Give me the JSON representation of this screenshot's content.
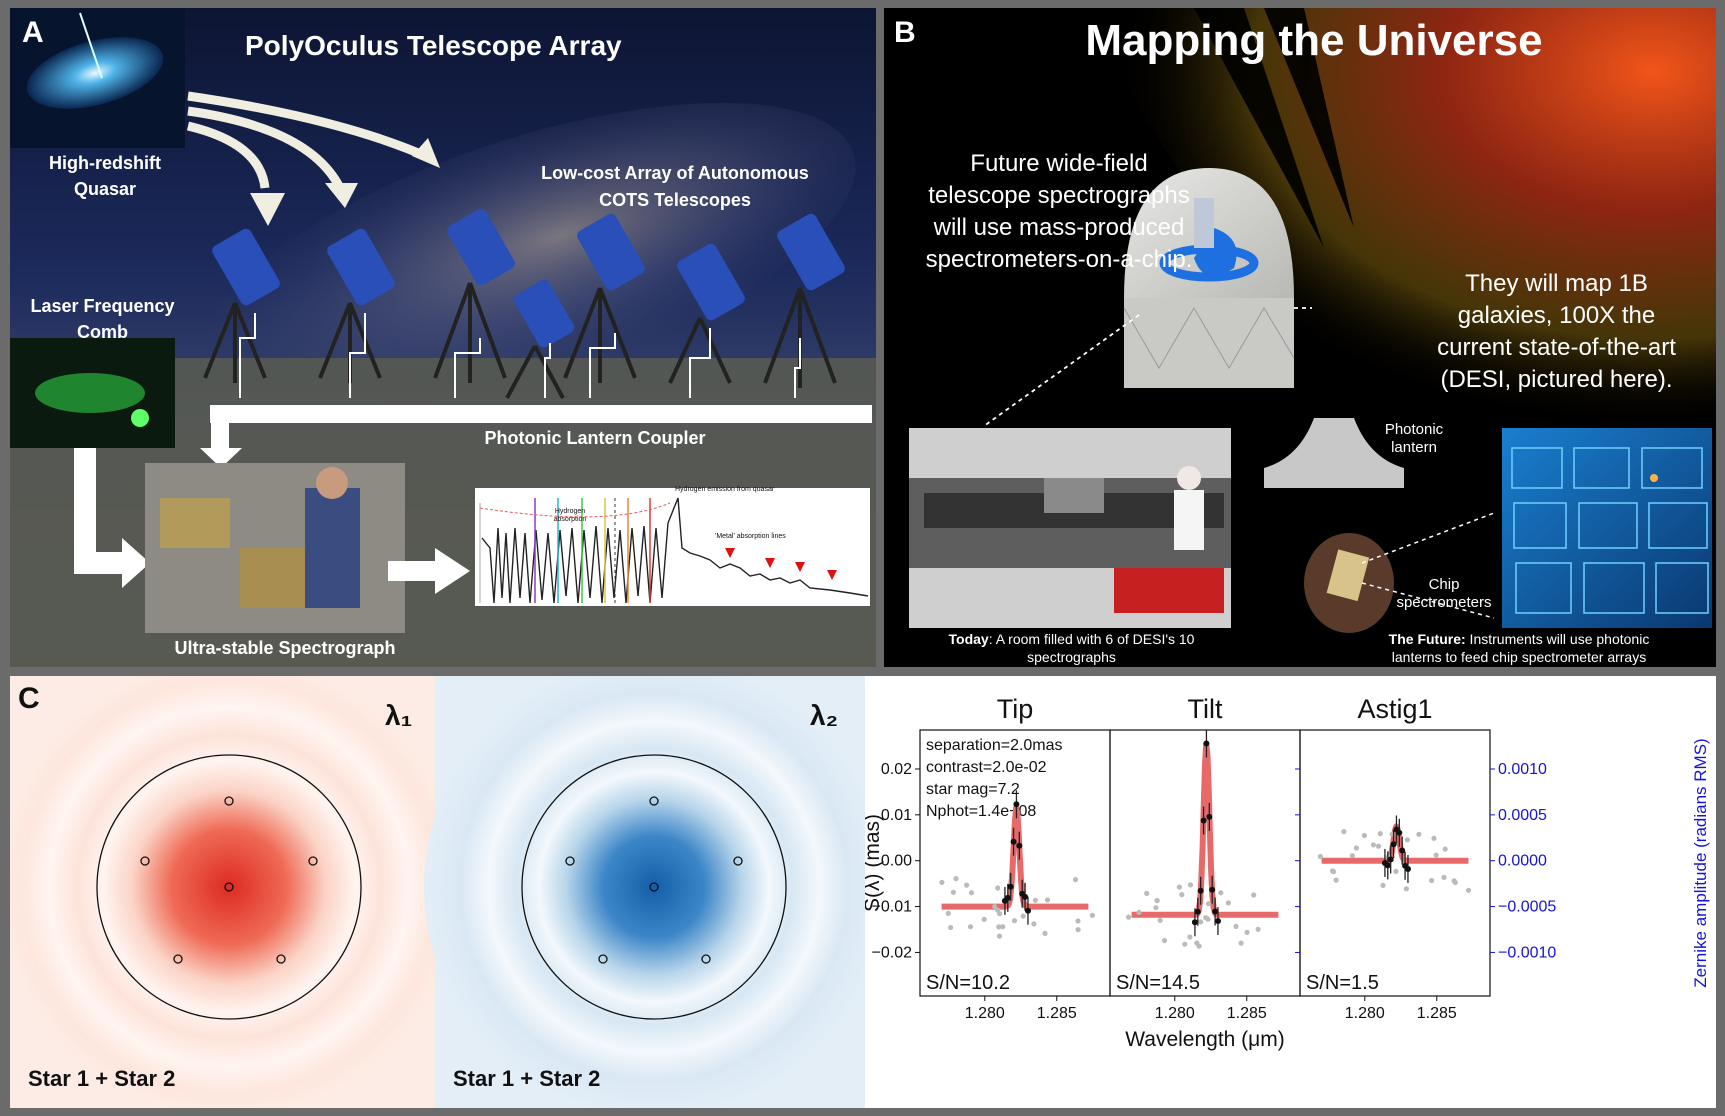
{
  "panelA": {
    "label": "A",
    "title": "PolyOculus Telescope Array",
    "quasar_label_1": "High-redshift",
    "quasar_label_2": "Quasar",
    "array_label_1": "Low-cost Array of Autonomous",
    "array_label_2": "COTS Telescopes",
    "laser_label_1": "Laser Frequency",
    "laser_label_2": "Comb",
    "lantern_label": "Photonic Lantern Coupler",
    "spectrograph_label": "Ultra-stable Spectrograph",
    "spectrum_labels": {
      "hydrogen_emission": "Hydrogen emission from quasar",
      "hydrogen_absorption": "Hydrogen absorption",
      "metal_absorption": "'Metal' absorption lines"
    }
  },
  "panelB": {
    "label": "B",
    "title": "Mapping the Universe",
    "future_text_1": "Future wide-field",
    "future_text_2": "telescope spectrographs",
    "future_text_3": "will use mass-produced",
    "future_text_4": "spectrometers-on-a-chip.",
    "map_text_1": "They will map 1B",
    "map_text_2": "galaxies, 100X the",
    "map_text_3": "current state-of-the-art",
    "map_text_4": "(DESI, pictured here).",
    "lantern_label_1": "Photonic",
    "lantern_label_2": "lantern",
    "chip_label_1": "Chip",
    "chip_label_2": "spectrometers",
    "today_bold": "Today",
    "today_text_1": ": A room filled with 6 of DESI's 10",
    "today_text_2": "spectrographs",
    "future_bold": "The Future:",
    "future_caption_1": " Instruments will use photonic",
    "future_caption_2": "lanterns to feed chip spectrometer arrays"
  },
  "panelC": {
    "label": "C",
    "lambda1": "λ₁",
    "lambda2": "λ₂",
    "star_label_left": "Star 1 + Star 2",
    "star_label_right": "Star 1 + Star 2"
  },
  "chart_data": {
    "type": "scatter",
    "subplots": [
      {
        "title": "Tip",
        "sn_label": "S/N=10.2"
      },
      {
        "title": "Tilt",
        "sn_label": "S/N=14.5"
      },
      {
        "title": "Astig1",
        "sn_label": "S/N=1.5"
      }
    ],
    "annotations": [
      "separation=2.0mas",
      "contrast=2.0e-02",
      "star mag=7.2",
      "Nphot=1.4e+08"
    ],
    "xlabel": "Wavelength (μm)",
    "ylabel": "S(λ) (mas)",
    "y2label": "Zernike amplitude (radians RMS)",
    "xticks": [
      "1.280",
      "1.285"
    ],
    "yticks": [
      "0.02",
      "0.01",
      "0.00",
      "−0.01",
      "−0.02"
    ],
    "y2ticks": [
      "0.0010",
      "0.0005",
      "0.0000",
      "−0.0005",
      "−0.0010"
    ],
    "xlim": [
      1.2755,
      1.2887
    ],
    "ylim": [
      -0.0295,
      0.0285
    ],
    "model_curves": [
      {
        "subplot": 0,
        "baseline": -0.01,
        "peak_x": 1.2822,
        "peak_y": 0.0115
      },
      {
        "subplot": 1,
        "baseline": -0.0118,
        "peak_x": 1.2822,
        "peak_y": 0.0255
      },
      {
        "subplot": 2,
        "baseline": 0.0,
        "peak_x": 1.2822,
        "peak_y": 0.0075
      }
    ]
  },
  "colors": {
    "model_red": "#e8696a",
    "axis_blue": "#1414d2",
    "psf_red": "#e03a2e",
    "psf_blue": "#1b63b0"
  }
}
